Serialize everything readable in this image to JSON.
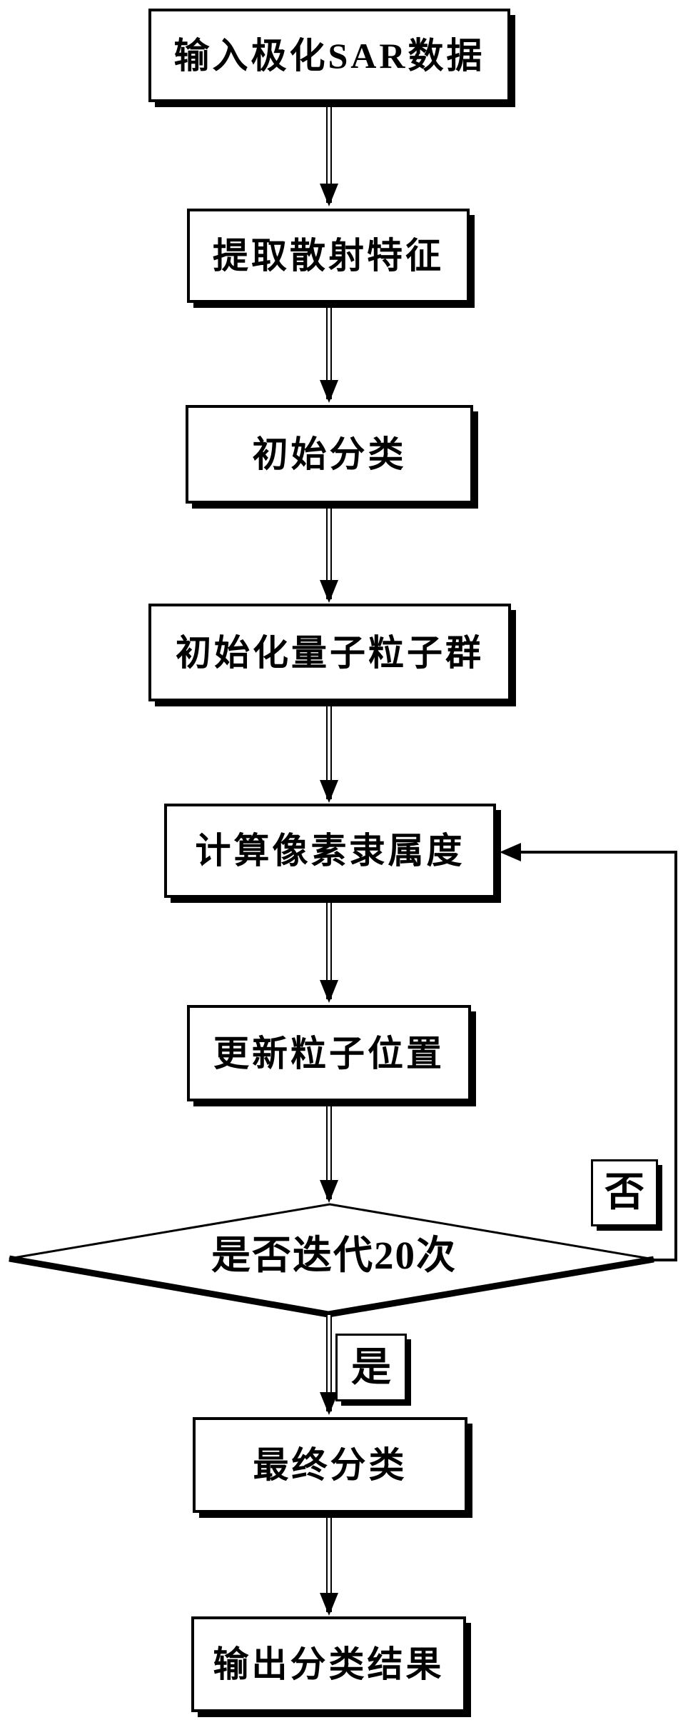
{
  "diagram": {
    "type": "flowchart",
    "colors": {
      "background": "#ffffff",
      "line": "#000000",
      "node_fill": "#ffffff",
      "text": "#000000"
    },
    "nodes": [
      {
        "id": "input_polsar_data",
        "type": "process",
        "label": "输入极化SAR数据"
      },
      {
        "id": "extract_scattering_features",
        "type": "process",
        "label": "提取散射特征"
      },
      {
        "id": "initial_classification",
        "type": "process",
        "label": "初始分类"
      },
      {
        "id": "initialize_quantum_particle_swarm",
        "type": "process",
        "label": "初始化量子粒子群"
      },
      {
        "id": "compute_pixel_membership",
        "type": "process",
        "label": "计算像素隶属度"
      },
      {
        "id": "update_particle_position",
        "type": "process",
        "label": "更新粒子位置"
      },
      {
        "id": "iterated_20_times",
        "type": "decision",
        "label": "是否迭代20次"
      },
      {
        "id": "final_classification",
        "type": "process",
        "label": "最终分类"
      },
      {
        "id": "output_classification_result",
        "type": "process",
        "label": "输出分类结果"
      }
    ],
    "edges": [
      {
        "from": "input_polsar_data",
        "to": "extract_scattering_features"
      },
      {
        "from": "extract_scattering_features",
        "to": "initial_classification"
      },
      {
        "from": "initial_classification",
        "to": "initialize_quantum_particle_swarm"
      },
      {
        "from": "initialize_quantum_particle_swarm",
        "to": "compute_pixel_membership"
      },
      {
        "from": "compute_pixel_membership",
        "to": "update_particle_position"
      },
      {
        "from": "update_particle_position",
        "to": "iterated_20_times"
      },
      {
        "from": "iterated_20_times",
        "to": "compute_pixel_membership",
        "label": "否"
      },
      {
        "from": "iterated_20_times",
        "to": "final_classification",
        "label": "是"
      },
      {
        "from": "final_classification",
        "to": "output_classification_result"
      }
    ]
  }
}
